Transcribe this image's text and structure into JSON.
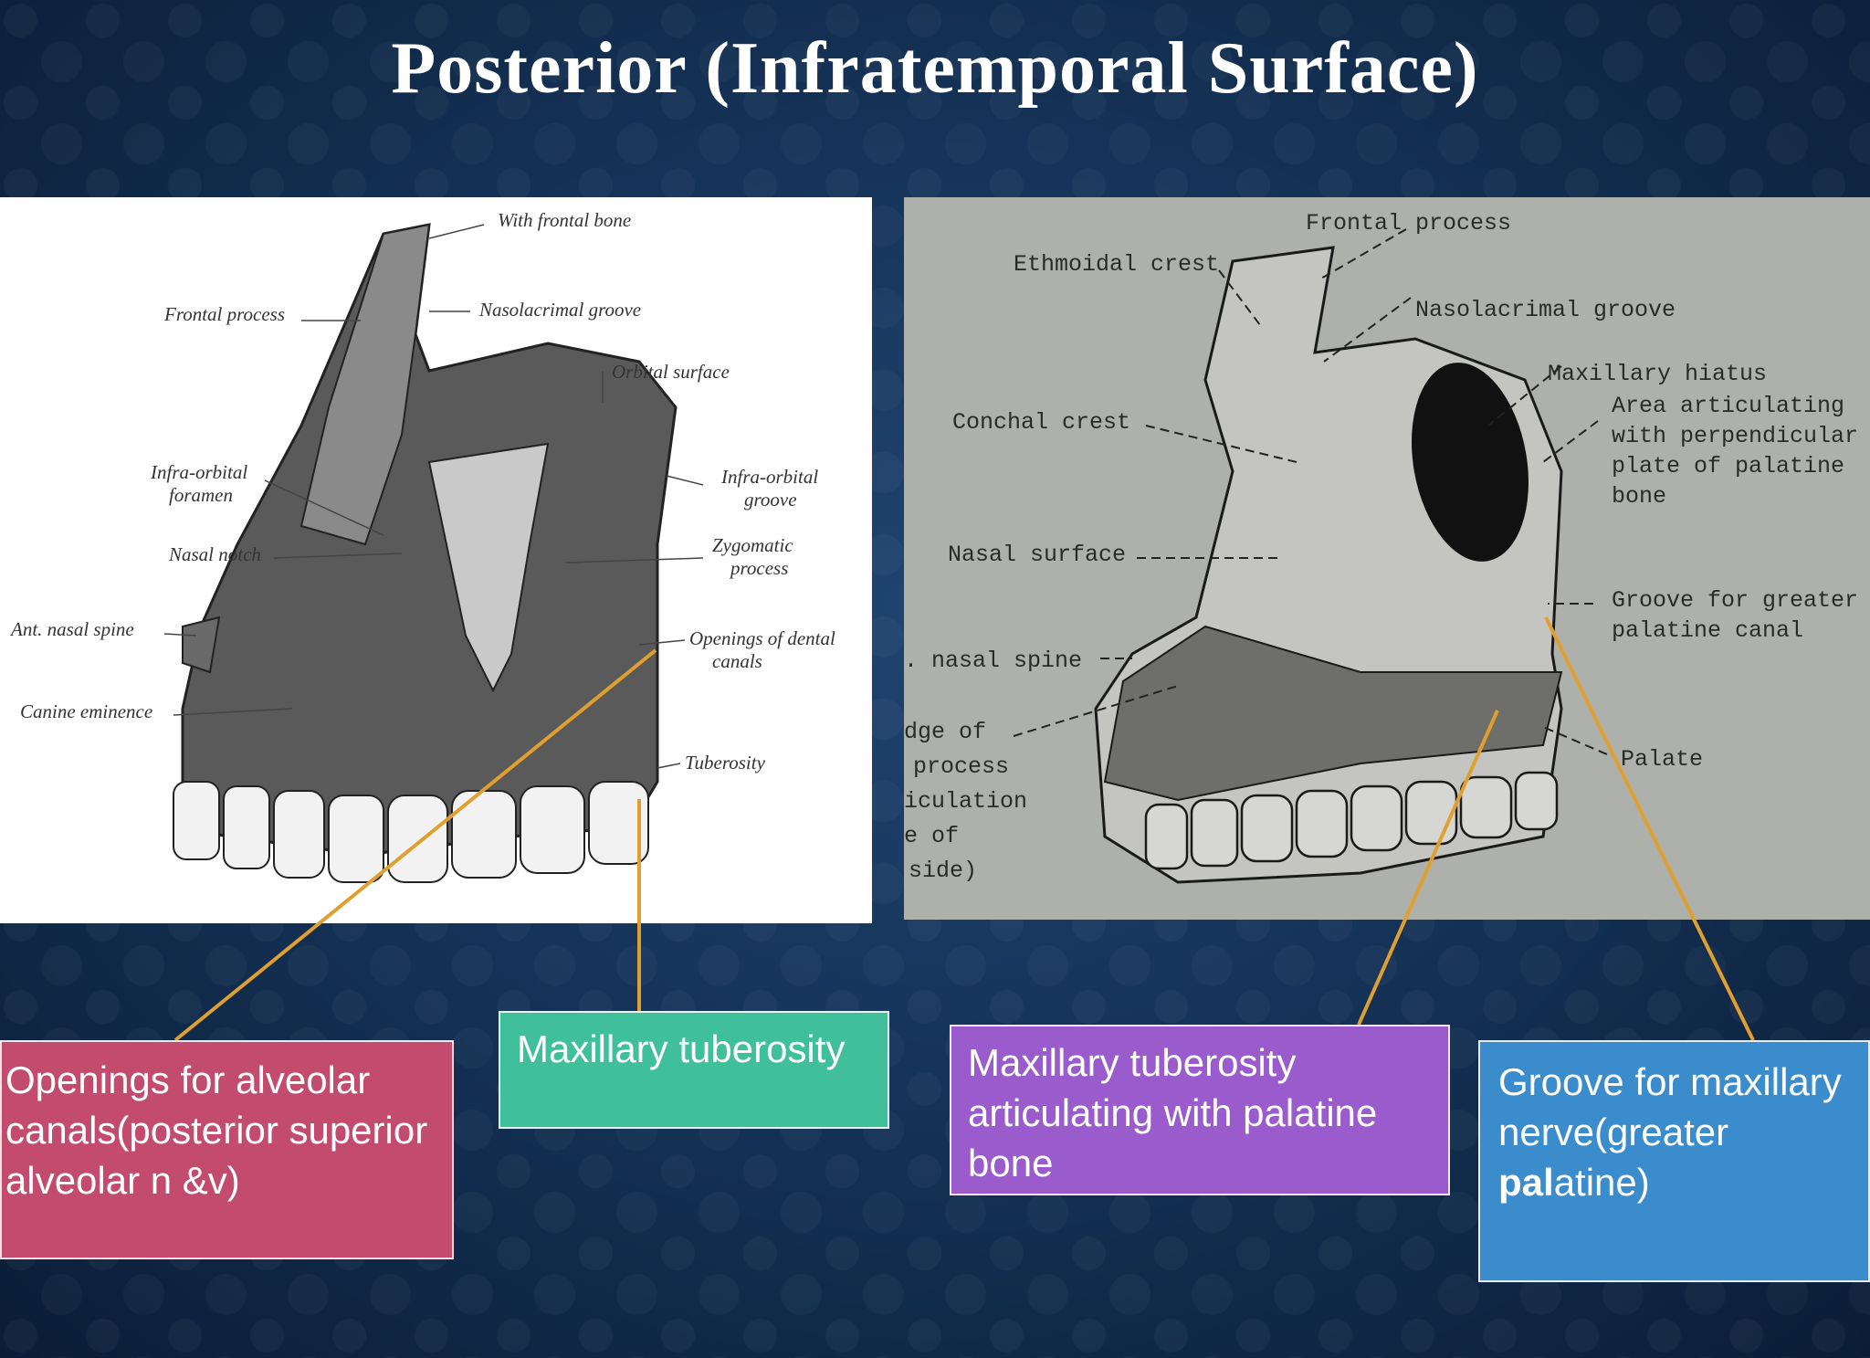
{
  "title": "Posterior (Infratemporal Surface)",
  "left_figure": {
    "labels": {
      "with_frontal_bone": "With frontal bone",
      "frontal_process": "Frontal process",
      "nasolacrimal_groove": "Nasolacrimal groove",
      "orbital_surface": "Orbital surface",
      "infraorbital_foramen_1": "Infra-orbital",
      "infraorbital_foramen_2": "foramen",
      "infraorbital_groove_1": "Infra-orbital",
      "infraorbital_groove_2": "groove",
      "nasal_notch": "Nasal notch",
      "zygomatic_process_1": "Zygomatic",
      "zygomatic_process_2": "process",
      "ant_nasal_spine": "Ant. nasal spine",
      "openings_dental_canals_1": "Openings of dental",
      "openings_dental_canals_2": "canals",
      "canine_eminence": "Canine eminence",
      "tuberosity": "Tuberosity"
    }
  },
  "right_figure": {
    "labels": {
      "frontal_process": "Frontal process",
      "ethmoidal_crest": "Ethmoidal crest",
      "nasolacrimal_groove": "Nasolacrimal groove",
      "maxillary_hiatus": "Maxillary hiatus",
      "area_articulating_1": "Area articulating",
      "area_articulating_2": "with perpendicular",
      "area_articulating_3": "plate of palatine",
      "area_articulating_4": "bone",
      "conchal_crest": "Conchal crest",
      "nasal_surface": "Nasal surface",
      "groove_greater_palatine_1": "Groove for greater",
      "groove_greater_palatine_2": "palatine canal",
      "nasal_spine": ". nasal spine",
      "edge_of": "dge of",
      "process": "process",
      "articulation": "iculation",
      "e_of": "e of",
      "side": "side)",
      "palate": "Palate"
    }
  },
  "callouts": {
    "openings": "Openings for alveolar canals(posterior superior alveolar n &v)",
    "maxillary_tuberosity": "Maxillary tuberosity",
    "articulating": "Maxillary tuberosity articulating with palatine bone",
    "groove_part1": "Groove for maxillary nerve(greater ",
    "groove_bold": "pal",
    "groove_part2": "atine)"
  },
  "colors": {
    "leader_line": "#e0a030",
    "openings_box": "#c24b6e",
    "tuberosity_box": "#3fbf9a",
    "articulating_box": "#9a5ccc",
    "groove_box": "#3a8ccd"
  }
}
